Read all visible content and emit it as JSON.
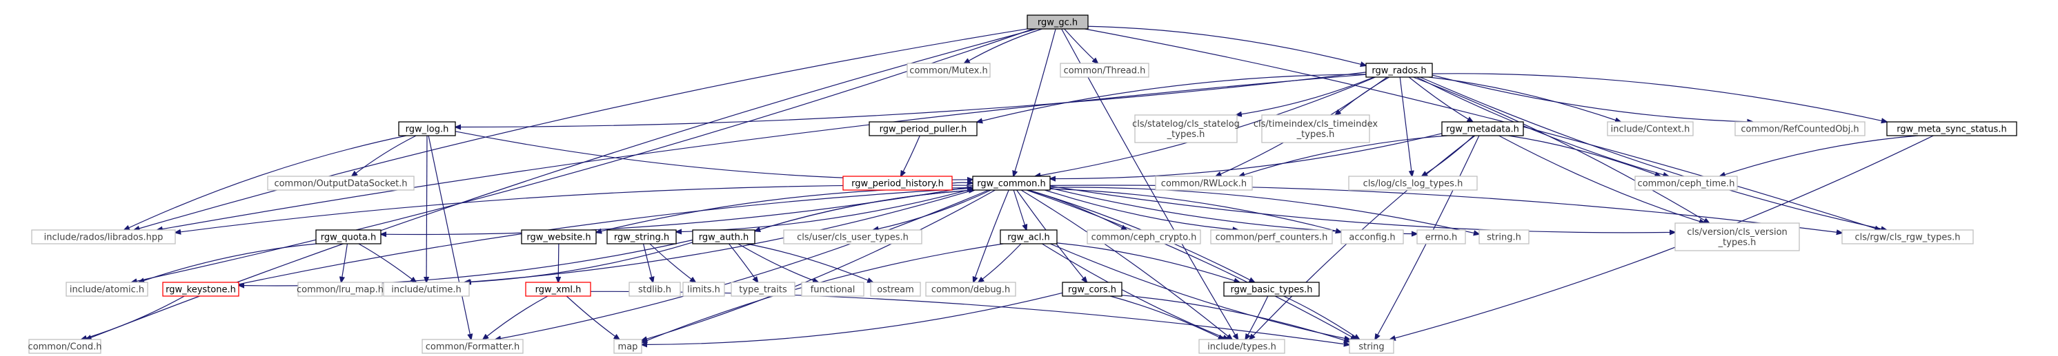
{
  "diagram": {
    "nodes": [
      {
        "id": "rgw_gc",
        "label": [
          "rgw_gc.h"
        ],
        "kind": "root"
      },
      {
        "id": "common_mutex",
        "label": [
          "common/Mutex.h"
        ],
        "kind": "ext"
      },
      {
        "id": "common_thread",
        "label": [
          "common/Thread.h"
        ],
        "kind": "ext"
      },
      {
        "id": "rgw_rados",
        "label": [
          "rgw_rados.h"
        ],
        "kind": "doc"
      },
      {
        "id": "rgw_log",
        "label": [
          "rgw_log.h"
        ],
        "kind": "doc"
      },
      {
        "id": "rgw_period_puller",
        "label": [
          "rgw_period_puller.h"
        ],
        "kind": "doc"
      },
      {
        "id": "cls_statelog",
        "label": [
          "cls/statelog/cls_statelog",
          "_types.h"
        ],
        "kind": "ext"
      },
      {
        "id": "cls_timeindex",
        "label": [
          "cls/timeindex/cls_timeindex",
          "_types.h"
        ],
        "kind": "ext"
      },
      {
        "id": "rgw_metadata",
        "label": [
          "rgw_metadata.h"
        ],
        "kind": "doc"
      },
      {
        "id": "include_context",
        "label": [
          "include/Context.h"
        ],
        "kind": "ext"
      },
      {
        "id": "common_refcounted",
        "label": [
          "common/RefCountedObj.h"
        ],
        "kind": "ext"
      },
      {
        "id": "rgw_meta_sync",
        "label": [
          "rgw_meta_sync_status.h"
        ],
        "kind": "doc"
      },
      {
        "id": "common_outputdata",
        "label": [
          "common/OutputDataSocket.h"
        ],
        "kind": "ext"
      },
      {
        "id": "rgw_period_history",
        "label": [
          "rgw_period_history.h"
        ],
        "kind": "incomplete"
      },
      {
        "id": "rgw_common",
        "label": [
          "rgw_common.h"
        ],
        "kind": "doc"
      },
      {
        "id": "common_rwlock",
        "label": [
          "common/RWLock.h"
        ],
        "kind": "ext"
      },
      {
        "id": "cls_log",
        "label": [
          "cls/log/cls_log_types.h"
        ],
        "kind": "ext"
      },
      {
        "id": "common_ceph_time",
        "label": [
          "common/ceph_time.h"
        ],
        "kind": "ext"
      },
      {
        "id": "include_rados",
        "label": [
          "include/rados/librados.hpp"
        ],
        "kind": "ext"
      },
      {
        "id": "rgw_quota",
        "label": [
          "rgw_quota.h"
        ],
        "kind": "doc"
      },
      {
        "id": "rgw_website",
        "label": [
          "rgw_website.h"
        ],
        "kind": "doc"
      },
      {
        "id": "rgw_string",
        "label": [
          "rgw_string.h"
        ],
        "kind": "doc"
      },
      {
        "id": "rgw_auth",
        "label": [
          "rgw_auth.h"
        ],
        "kind": "doc"
      },
      {
        "id": "cls_user",
        "label": [
          "cls/user/cls_user_types.h"
        ],
        "kind": "ext"
      },
      {
        "id": "common_crypto",
        "label": [
          "common/ceph_crypto.h"
        ],
        "kind": "ext"
      },
      {
        "id": "common_perf",
        "label": [
          "common/perf_counters.h"
        ],
        "kind": "ext"
      },
      {
        "id": "acconfig",
        "label": [
          "acconfig.h"
        ],
        "kind": "ext"
      },
      {
        "id": "errno",
        "label": [
          "errno.h"
        ],
        "kind": "ext"
      },
      {
        "id": "string_h",
        "label": [
          "string.h"
        ],
        "kind": "ext"
      },
      {
        "id": "cls_version",
        "label": [
          "cls/version/cls_version",
          "_types.h"
        ],
        "kind": "ext"
      },
      {
        "id": "cls_rgw",
        "label": [
          "cls/rgw/cls_rgw_types.h"
        ],
        "kind": "ext"
      },
      {
        "id": "rgw_acl",
        "label": [
          "rgw_acl.h"
        ],
        "kind": "doc"
      },
      {
        "id": "include_atomic",
        "label": [
          "include/atomic.h"
        ],
        "kind": "ext"
      },
      {
        "id": "rgw_keystone",
        "label": [
          "rgw_keystone.h"
        ],
        "kind": "incomplete"
      },
      {
        "id": "common_lru",
        "label": [
          "common/lru_map.h"
        ],
        "kind": "ext"
      },
      {
        "id": "include_utime",
        "label": [
          "include/utime.h"
        ],
        "kind": "ext"
      },
      {
        "id": "rgw_xml",
        "label": [
          "rgw_xml.h"
        ],
        "kind": "incomplete"
      },
      {
        "id": "stdlib",
        "label": [
          "stdlib.h"
        ],
        "kind": "ext"
      },
      {
        "id": "limits",
        "label": [
          "limits.h"
        ],
        "kind": "ext"
      },
      {
        "id": "type_traits",
        "label": [
          "type_traits"
        ],
        "kind": "ext"
      },
      {
        "id": "functional",
        "label": [
          "functional"
        ],
        "kind": "ext"
      },
      {
        "id": "ostream",
        "label": [
          "ostream"
        ],
        "kind": "ext"
      },
      {
        "id": "common_debug",
        "label": [
          "common/debug.h"
        ],
        "kind": "ext"
      },
      {
        "id": "rgw_cors",
        "label": [
          "rgw_cors.h"
        ],
        "kind": "doc"
      },
      {
        "id": "rgw_basic_types",
        "label": [
          "rgw_basic_types.h"
        ],
        "kind": "doc"
      },
      {
        "id": "common_cond",
        "label": [
          "common/Cond.h"
        ],
        "kind": "ext"
      },
      {
        "id": "common_formatter",
        "label": [
          "common/Formatter.h"
        ],
        "kind": "ext"
      },
      {
        "id": "map",
        "label": [
          "map"
        ],
        "kind": "ext"
      },
      {
        "id": "include_types",
        "label": [
          "include/types.h"
        ],
        "kind": "ext"
      },
      {
        "id": "string",
        "label": [
          "string"
        ],
        "kind": "ext"
      }
    ],
    "edges": [
      [
        "rgw_gc",
        "common_mutex"
      ],
      [
        "rgw_gc",
        "common_thread"
      ],
      [
        "rgw_gc",
        "rgw_rados"
      ],
      [
        "rgw_gc",
        "rgw_common"
      ],
      [
        "rgw_gc",
        "include_rados"
      ],
      [
        "rgw_gc",
        "include_atomic"
      ],
      [
        "rgw_gc",
        "common_cond"
      ],
      [
        "rgw_gc",
        "include_types"
      ],
      [
        "rgw_gc",
        "cls_rgw"
      ],
      [
        "rgw_rados",
        "rgw_log"
      ],
      [
        "rgw_rados",
        "rgw_period_puller"
      ],
      [
        "rgw_rados",
        "cls_statelog"
      ],
      [
        "rgw_rados",
        "cls_timeindex"
      ],
      [
        "rgw_rados",
        "rgw_metadata"
      ],
      [
        "rgw_rados",
        "include_context"
      ],
      [
        "rgw_rados",
        "common_refcounted"
      ],
      [
        "rgw_rados",
        "rgw_meta_sync"
      ],
      [
        "rgw_rados",
        "rgw_common"
      ],
      [
        "rgw_rados",
        "include_rados"
      ],
      [
        "rgw_rados",
        "common_rwlock"
      ],
      [
        "rgw_rados",
        "cls_log"
      ],
      [
        "rgw_rados",
        "common_ceph_time"
      ],
      [
        "rgw_rados",
        "cls_version"
      ],
      [
        "rgw_rados",
        "cls_rgw"
      ],
      [
        "rgw_log",
        "common_outputdata"
      ],
      [
        "rgw_log",
        "rgw_common"
      ],
      [
        "rgw_log",
        "include_rados"
      ],
      [
        "rgw_log",
        "include_utime"
      ],
      [
        "rgw_log",
        "common_formatter"
      ],
      [
        "rgw_period_puller",
        "rgw_period_history"
      ],
      [
        "rgw_period_history",
        "rgw_common"
      ],
      [
        "rgw_metadata",
        "rgw_common"
      ],
      [
        "rgw_metadata",
        "common_rwlock"
      ],
      [
        "rgw_metadata",
        "cls_log"
      ],
      [
        "rgw_metadata",
        "common_ceph_time"
      ],
      [
        "rgw_metadata",
        "cls_version"
      ],
      [
        "rgw_metadata",
        "include_types"
      ],
      [
        "rgw_metadata",
        "string"
      ],
      [
        "rgw_meta_sync",
        "common_ceph_time"
      ],
      [
        "rgw_meta_sync",
        "string"
      ],
      [
        "rgw_common",
        "include_rados"
      ],
      [
        "rgw_common",
        "rgw_quota"
      ],
      [
        "rgw_common",
        "rgw_website"
      ],
      [
        "rgw_common",
        "rgw_string"
      ],
      [
        "rgw_common",
        "rgw_auth"
      ],
      [
        "rgw_common",
        "cls_user"
      ],
      [
        "rgw_common",
        "common_crypto"
      ],
      [
        "rgw_common",
        "common_perf"
      ],
      [
        "rgw_common",
        "acconfig"
      ],
      [
        "rgw_common",
        "errno"
      ],
      [
        "rgw_common",
        "string_h"
      ],
      [
        "rgw_common",
        "cls_version"
      ],
      [
        "rgw_common",
        "cls_rgw"
      ],
      [
        "rgw_common",
        "rgw_acl"
      ],
      [
        "rgw_common",
        "common_debug"
      ],
      [
        "rgw_common",
        "rgw_cors"
      ],
      [
        "rgw_common",
        "rgw_basic_types"
      ],
      [
        "rgw_common",
        "include_utime"
      ],
      [
        "rgw_common",
        "include_types"
      ],
      [
        "rgw_common",
        "map"
      ],
      [
        "rgw_common",
        "string"
      ],
      [
        "rgw_common",
        "common_formatter"
      ],
      [
        "rgw_quota",
        "include_atomic"
      ],
      [
        "rgw_quota",
        "common_lru"
      ],
      [
        "rgw_quota",
        "include_utime"
      ],
      [
        "rgw_website",
        "rgw_xml"
      ],
      [
        "rgw_string",
        "stdlib"
      ],
      [
        "rgw_string",
        "limits"
      ],
      [
        "rgw_auth",
        "rgw_common"
      ],
      [
        "rgw_auth",
        "rgw_keystone"
      ],
      [
        "rgw_auth",
        "type_traits"
      ],
      [
        "rgw_auth",
        "functional"
      ],
      [
        "rgw_auth",
        "ostream"
      ],
      [
        "rgw_auth",
        "include_utime"
      ],
      [
        "rgw_keystone",
        "rgw_common"
      ],
      [
        "rgw_keystone",
        "common_cond"
      ],
      [
        "rgw_xml",
        "common_formatter"
      ],
      [
        "rgw_xml",
        "map"
      ],
      [
        "rgw_xml",
        "string"
      ],
      [
        "rgw_acl",
        "common_debug"
      ],
      [
        "rgw_acl",
        "rgw_basic_types"
      ],
      [
        "rgw_acl",
        "include_types"
      ],
      [
        "rgw_acl",
        "map"
      ],
      [
        "rgw_acl",
        "string"
      ],
      [
        "rgw_cors",
        "include_types"
      ],
      [
        "rgw_cors",
        "map"
      ],
      [
        "rgw_cors",
        "string"
      ],
      [
        "rgw_basic_types",
        "include_types"
      ],
      [
        "rgw_basic_types",
        "string"
      ]
    ],
    "colors": {
      "edge": "#191970",
      "root_fill": "#bfbfbf",
      "doc_border": "#000000",
      "ext_border": "#bfbfbf",
      "incomplete_border": "#ff0000",
      "text_dark": "#000000",
      "text_ext": "#404040"
    }
  }
}
